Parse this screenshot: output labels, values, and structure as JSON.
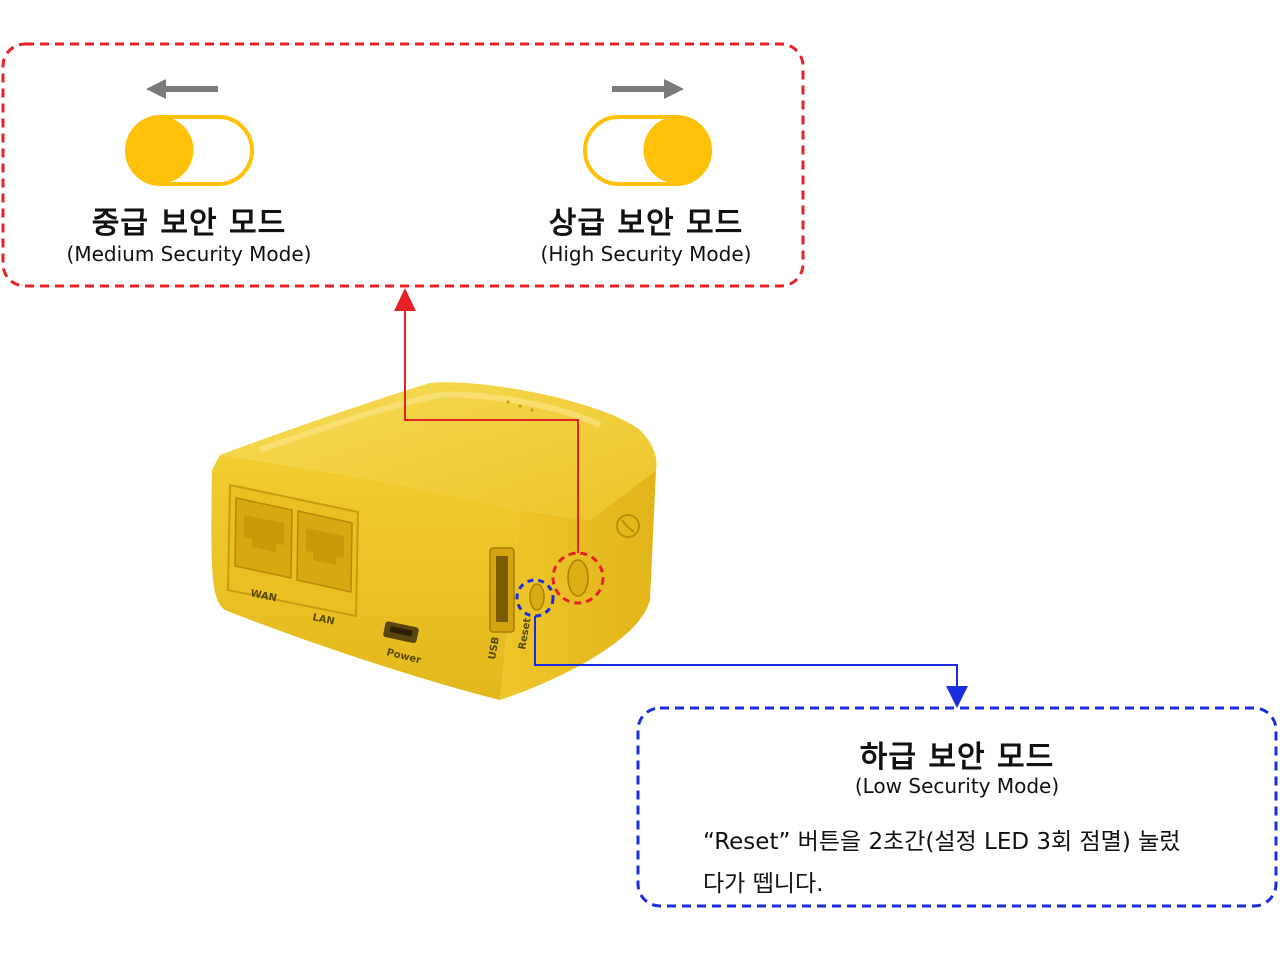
{
  "medium": {
    "title": "중급 보안 모드",
    "subtitle": "(Medium Security Mode)",
    "arrow": "left"
  },
  "high": {
    "title": "상급 보안 모드",
    "subtitle": "(High Security Mode)",
    "arrow": "right"
  },
  "low": {
    "title": "하급 보안 모드",
    "subtitle": "(Low Security Mode)",
    "note_line1": "“Reset” 버튼을 2초간(설정 LED 3회 점멸) 눌렀",
    "note_line2": "다가 뗍니다."
  },
  "device": {
    "port_wan": "WAN",
    "port_lan": "LAN",
    "port_power": "Power",
    "port_usb": "USB",
    "button_reset": "Reset"
  },
  "colors": {
    "toggle": "#ffc107",
    "device": "#f2cd2e",
    "red_accent": "#e52226",
    "blue_accent": "#1a2ee0",
    "arrow_gray": "#7a7a7a"
  }
}
